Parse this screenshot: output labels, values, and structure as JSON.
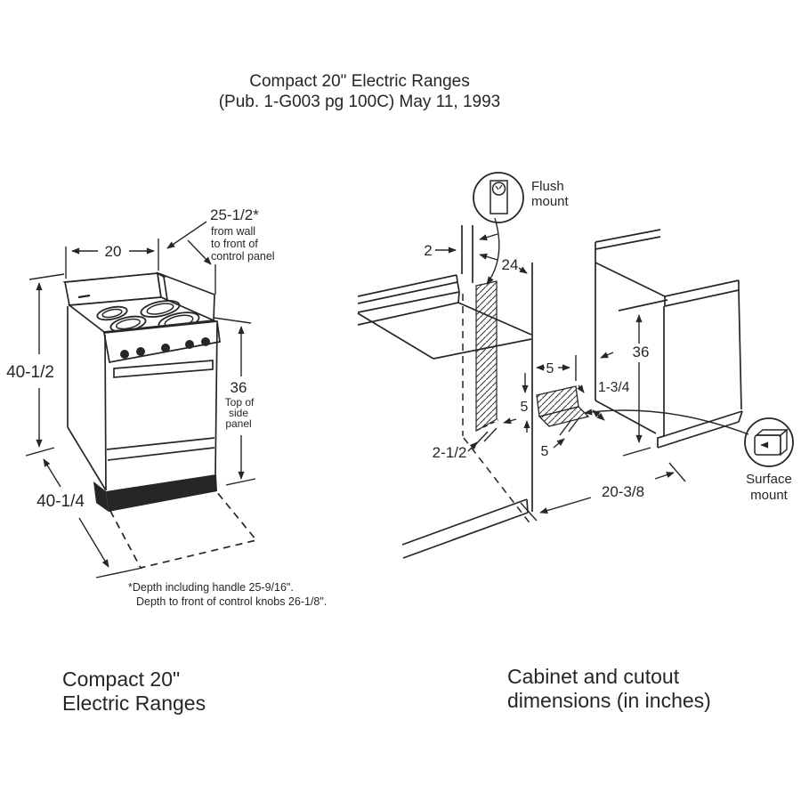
{
  "title": {
    "line1": "Compact 20\" Electric Ranges",
    "line2": "(Pub. 1-G003 pg 100C) May 11, 1993"
  },
  "range_figure": {
    "width_dim": "20",
    "depth_dim": "25-1/2*",
    "depth_note_1": "from wall",
    "depth_note_2": "to front of",
    "depth_note_3": "control panel",
    "height_dim": "40-1/2",
    "depth_total_dim": "40-1/4",
    "side_panel_dim": "36",
    "side_note_1": "Top of",
    "side_note_2": "side",
    "side_note_3": "panel",
    "footnote_1": "*Depth including handle 25-9/16\".",
    "footnote_2": "Depth to front of control knobs 26-1/8\".",
    "caption_1": "Compact 20\"",
    "caption_2": "Electric Ranges"
  },
  "cabinet_figure": {
    "flush_label_1": "Flush",
    "flush_label_2": "mount",
    "surface_label_1": "Surface",
    "surface_label_2": "mount",
    "wall_dim": "2",
    "counter_depth_dim": "24",
    "outlet_side_dim": "5",
    "outlet_height_dim": "5",
    "outlet_bottom_dim": "5",
    "gap_dim": "1-3/4",
    "corner_dim": "2-1/2",
    "counter_height_dim": "36",
    "cutout_width_dim": "20-3/8",
    "caption_1": "Cabinet and cutout",
    "caption_2": "dimensions (in inches)"
  },
  "colors": {
    "ink": "#262626",
    "bg": "#ffffff"
  }
}
